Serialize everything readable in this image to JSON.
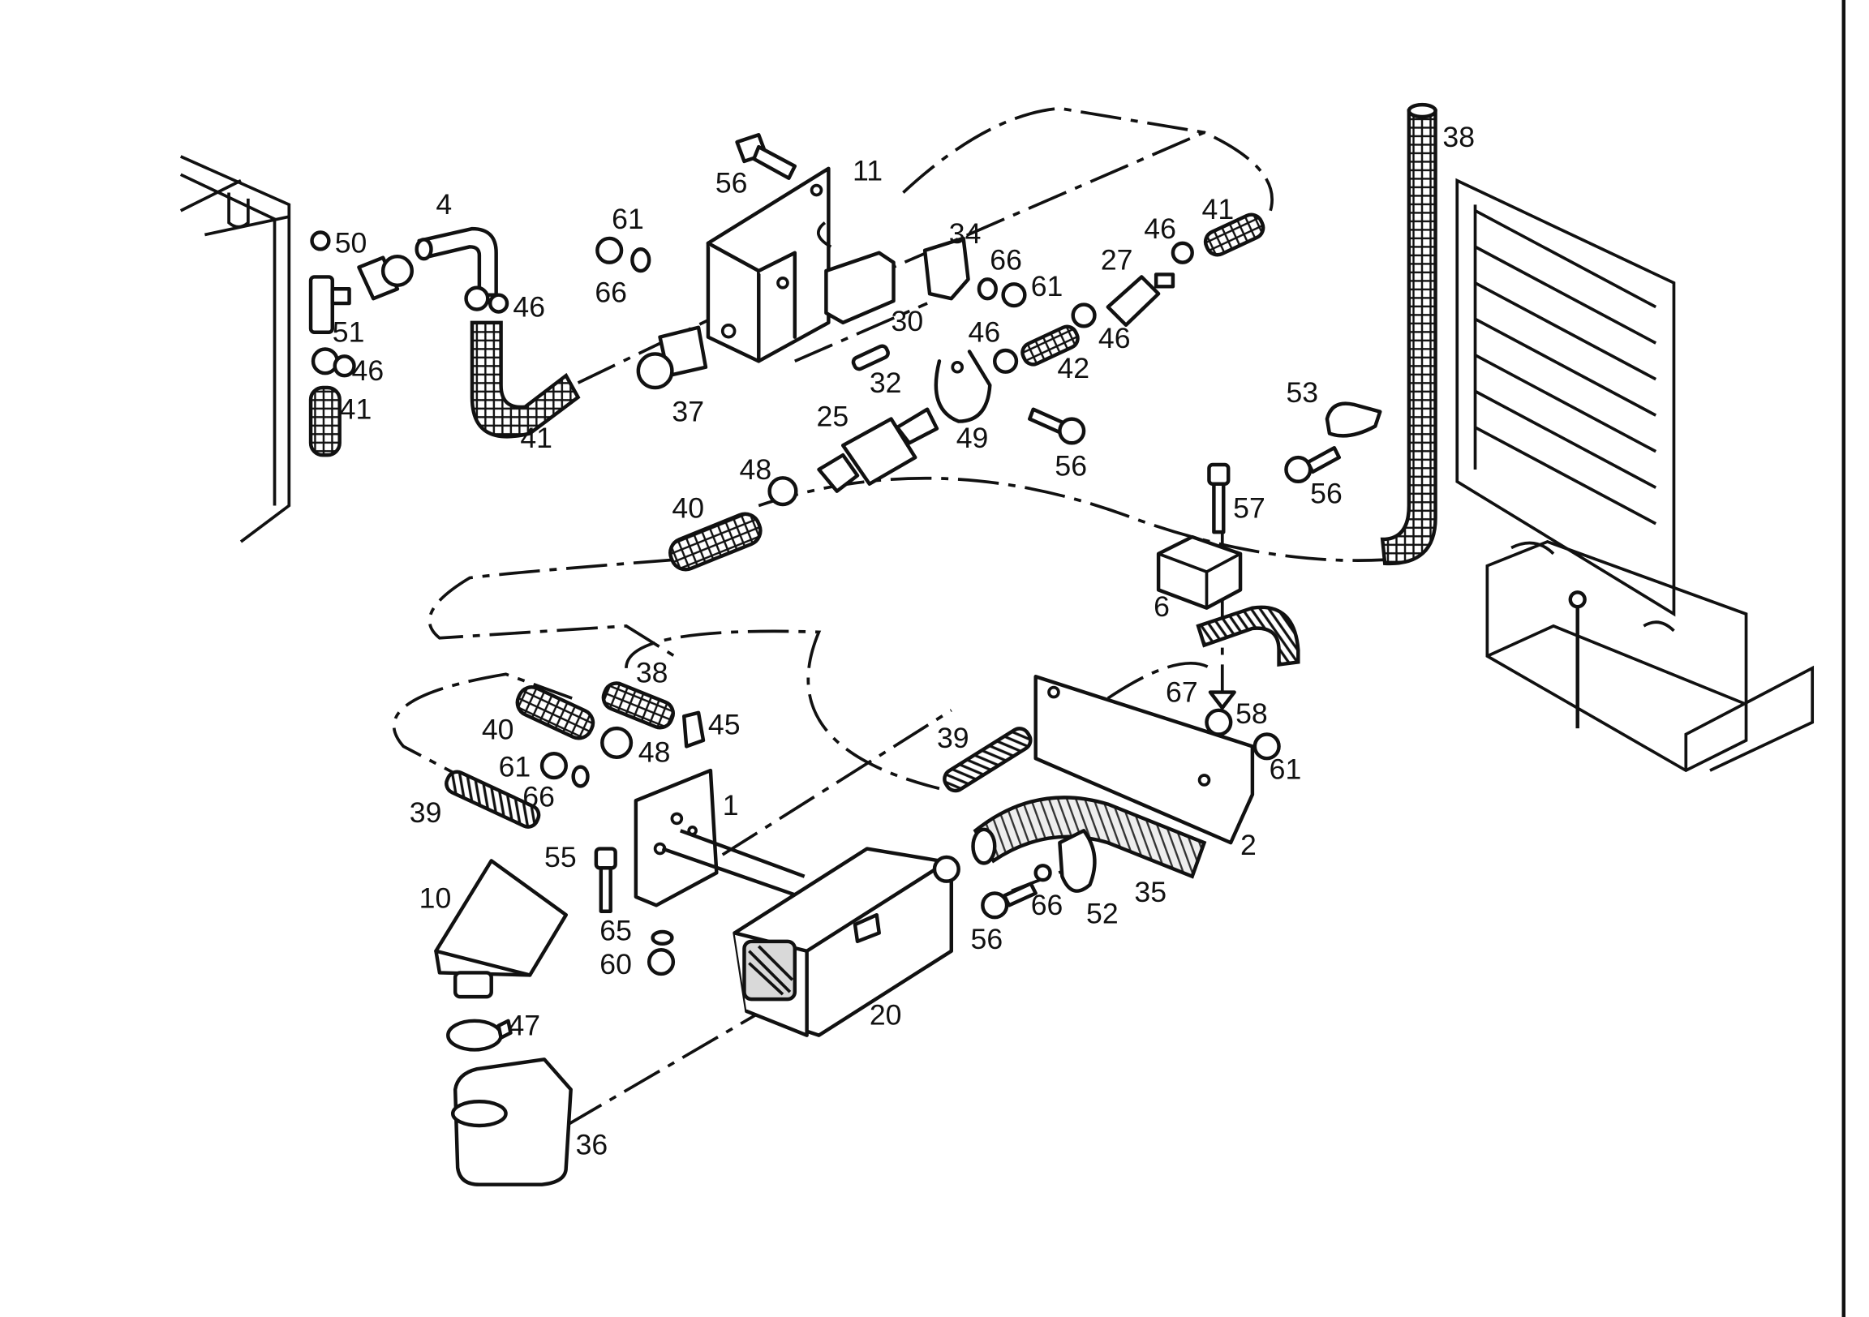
{
  "figure": {
    "type": "exploded-parts-diagram"
  },
  "callouts": [
    {
      "id": "c1",
      "label": "1"
    },
    {
      "id": "c2",
      "label": "2"
    },
    {
      "id": "c4",
      "label": "4"
    },
    {
      "id": "c6",
      "label": "6"
    },
    {
      "id": "c10",
      "label": "10"
    },
    {
      "id": "c11",
      "label": "11"
    },
    {
      "id": "c20",
      "label": "20"
    },
    {
      "id": "c25",
      "label": "25"
    },
    {
      "id": "c27",
      "label": "27"
    },
    {
      "id": "c30",
      "label": "30"
    },
    {
      "id": "c32",
      "label": "32"
    },
    {
      "id": "c34",
      "label": "34"
    },
    {
      "id": "c35",
      "label": "35"
    },
    {
      "id": "c36",
      "label": "36"
    },
    {
      "id": "c37",
      "label": "37"
    },
    {
      "id": "c38a",
      "label": "38"
    },
    {
      "id": "c38b",
      "label": "38"
    },
    {
      "id": "c39a",
      "label": "39"
    },
    {
      "id": "c39b",
      "label": "39"
    },
    {
      "id": "c40a",
      "label": "40"
    },
    {
      "id": "c40b",
      "label": "40"
    },
    {
      "id": "c41a",
      "label": "41"
    },
    {
      "id": "c41b",
      "label": "41"
    },
    {
      "id": "c41c",
      "label": "41"
    },
    {
      "id": "c42",
      "label": "42"
    },
    {
      "id": "c45",
      "label": "45"
    },
    {
      "id": "c46a",
      "label": "46"
    },
    {
      "id": "c46b",
      "label": "46"
    },
    {
      "id": "c46c",
      "label": "46"
    },
    {
      "id": "c46d",
      "label": "46"
    },
    {
      "id": "c46e",
      "label": "46"
    },
    {
      "id": "c47",
      "label": "47"
    },
    {
      "id": "c48a",
      "label": "48"
    },
    {
      "id": "c48b",
      "label": "48"
    },
    {
      "id": "c49",
      "label": "49"
    },
    {
      "id": "c50",
      "label": "50"
    },
    {
      "id": "c51",
      "label": "51"
    },
    {
      "id": "c52",
      "label": "52"
    },
    {
      "id": "c53",
      "label": "53"
    },
    {
      "id": "c55",
      "label": "55"
    },
    {
      "id": "c56a",
      "label": "56"
    },
    {
      "id": "c56b",
      "label": "56"
    },
    {
      "id": "c56c",
      "label": "56"
    },
    {
      "id": "c56d",
      "label": "56"
    },
    {
      "id": "c57",
      "label": "57"
    },
    {
      "id": "c58",
      "label": "58"
    },
    {
      "id": "c60",
      "label": "60"
    },
    {
      "id": "c61a",
      "label": "61"
    },
    {
      "id": "c61b",
      "label": "61"
    },
    {
      "id": "c61c",
      "label": "61"
    },
    {
      "id": "c61d",
      "label": "61"
    },
    {
      "id": "c65",
      "label": "65"
    },
    {
      "id": "c66a",
      "label": "66"
    },
    {
      "id": "c66b",
      "label": "66"
    },
    {
      "id": "c66c",
      "label": "66"
    },
    {
      "id": "c66d",
      "label": "66"
    },
    {
      "id": "c67",
      "label": "67"
    }
  ]
}
